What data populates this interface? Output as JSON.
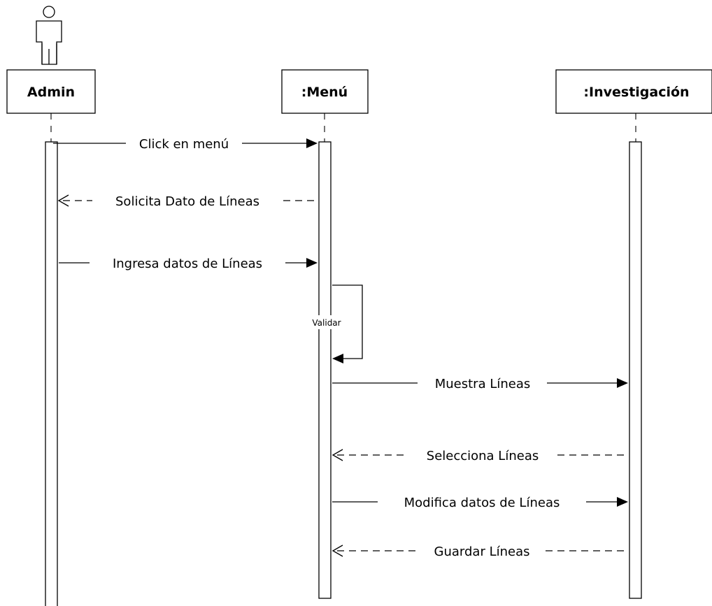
{
  "participants": {
    "admin": "Admin",
    "menu": ":Menú",
    "investigacion": ":Investigación"
  },
  "messages": {
    "m1": "Click en menú",
    "m2": "Solicita Dato de Líneas",
    "m3": "Ingresa datos de Líneas",
    "self": "Validar",
    "m4": "Muestra Líneas",
    "m5": "Selecciona Líneas",
    "m6": "Modifica datos de Líneas",
    "m7": "Guardar Líneas"
  }
}
